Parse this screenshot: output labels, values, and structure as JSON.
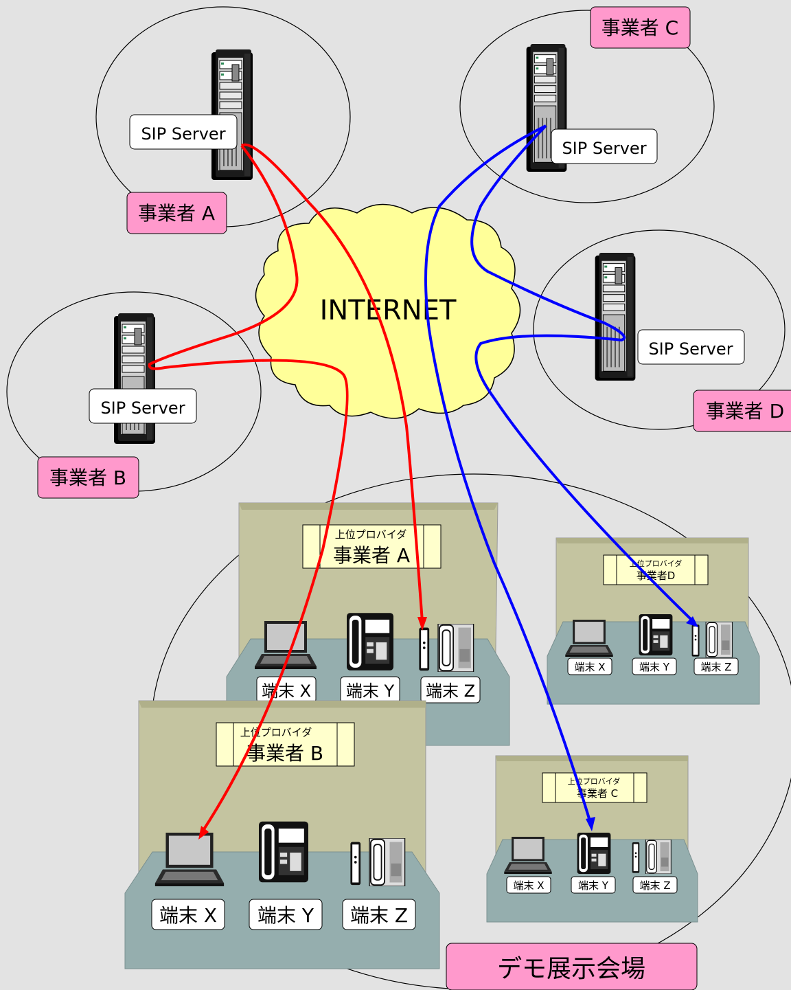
{
  "cloud": {
    "label": "INTERNET"
  },
  "providers": {
    "a": {
      "name": "事業者 A",
      "server": "SIP Server"
    },
    "b": {
      "name": "事業者 B",
      "server": "SIP Server"
    },
    "c": {
      "name": "事業者 C",
      "server": "SIP Server"
    },
    "d": {
      "name": "事業者 D",
      "server": "SIP Server"
    }
  },
  "venue": {
    "label": "デモ展示会場"
  },
  "booths": {
    "a": {
      "line1": "上位プロバイダ",
      "line2": "事業者 A",
      "x": "端末 X",
      "y": "端末 Y",
      "z": "端末 Z"
    },
    "b": {
      "line1": "上位プロバイダ",
      "line2": "事業者 B",
      "x": "端末 X",
      "y": "端末 Y",
      "z": "端末 Z"
    },
    "c": {
      "line1": "上位プロバイダ",
      "line2": "事業者 C",
      "x": "端末 X",
      "y": "端末 Y",
      "z": "端末 Z"
    },
    "d": {
      "line1": "上位プロバイダ",
      "line2": "事業者D",
      "x": "端末 X",
      "y": "端末 Y",
      "z": "端末 Z"
    }
  },
  "colors": {
    "background": "#e3e3e3",
    "provider_label": "#ff99cc",
    "cloud": "#ffff99",
    "red_route": "#ff0000",
    "blue_route": "#0000ff",
    "booth_wall": "#c4c4a0",
    "booth_floor": "#95aeae",
    "booth_sign": "#ffffcc"
  },
  "icons": [
    "server-tower-icon",
    "laptop-icon",
    "desk-phone-icon",
    "sip-phone-adapter-icon"
  ]
}
